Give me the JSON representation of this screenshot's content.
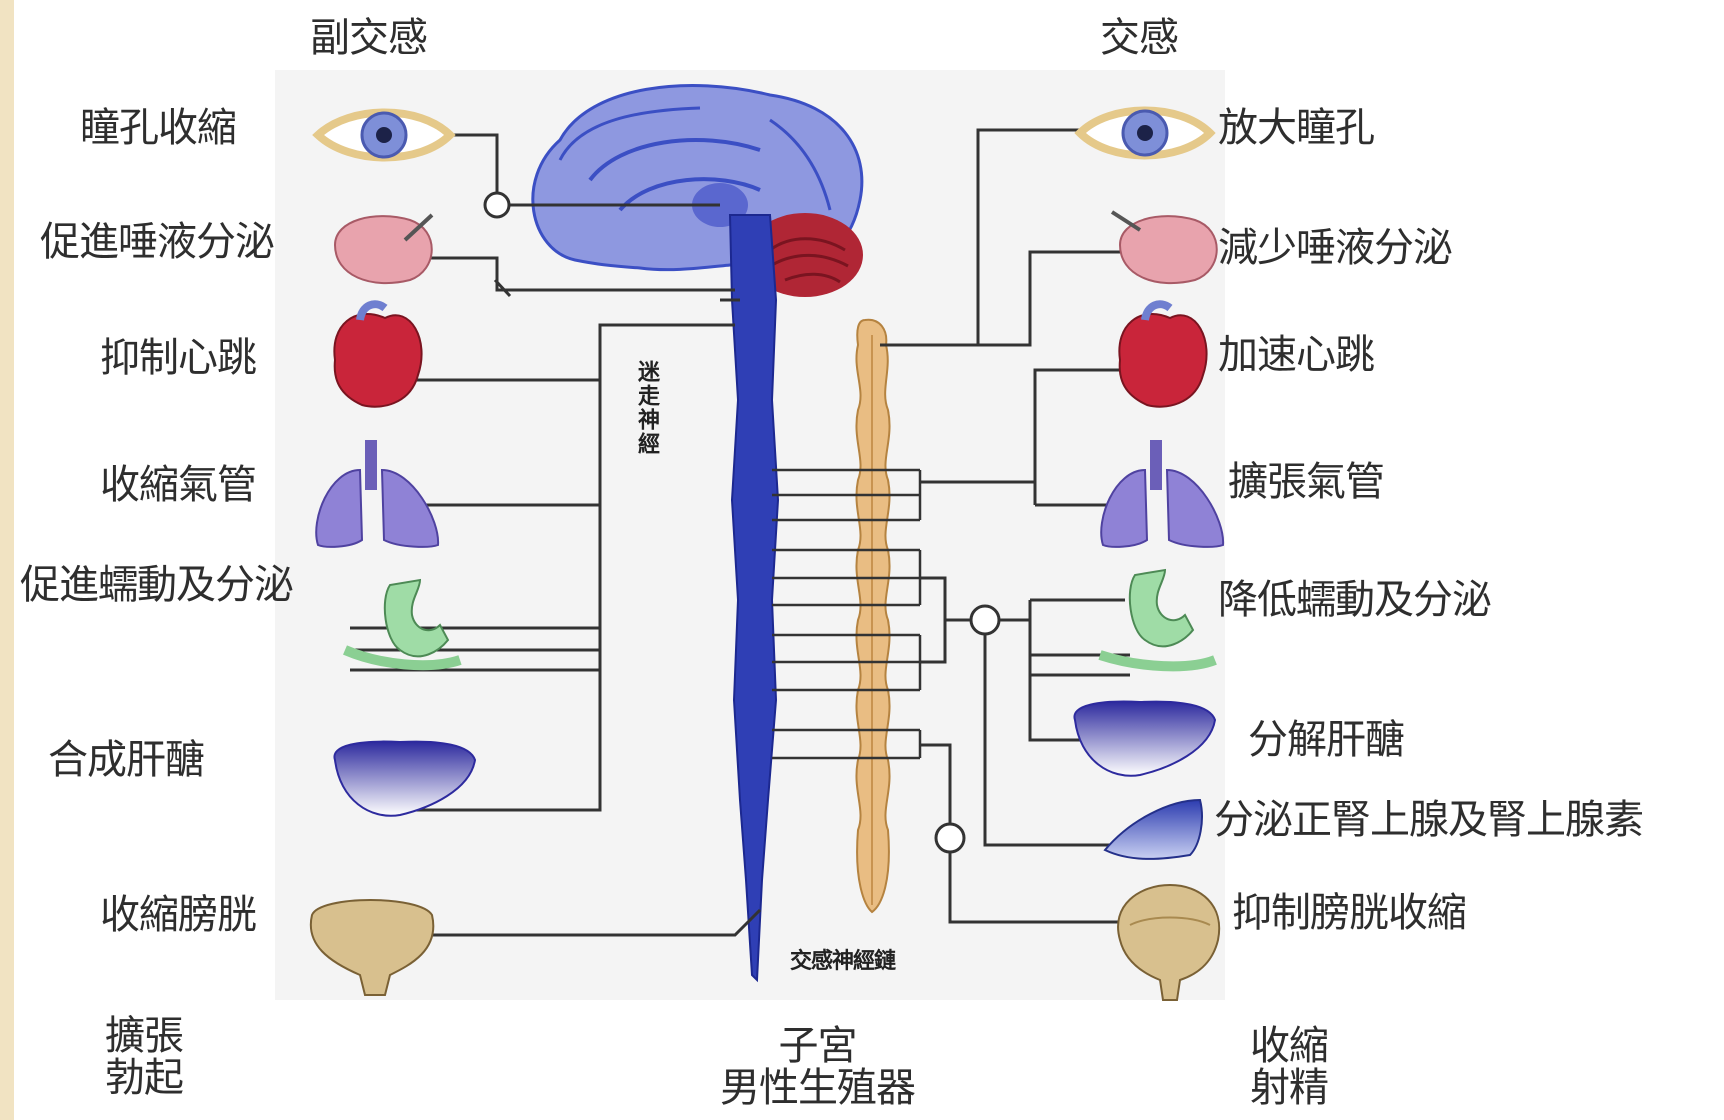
{
  "header": {
    "parasympathetic": "副交感",
    "sympathetic": "交感"
  },
  "left_labels": {
    "pupil": "瞳孔收縮",
    "saliva": "促進唾液分泌",
    "heart": "抑制心跳",
    "bronchi": "收縮氣管",
    "digestion": "促進蠕動及分泌",
    "liver": "合成肝醣",
    "bladder": "收縮膀胱",
    "genital_1": "擴張",
    "genital_2": "勃起"
  },
  "right_labels": {
    "pupil": "放大瞳孔",
    "saliva": "減少唾液分泌",
    "heart": "加速心跳",
    "bronchi": "擴張氣管",
    "digestion": "降低蠕動及分泌",
    "liver": "分解肝醣",
    "adrenal": "分泌正腎上腺及腎上腺素",
    "bladder": "抑制膀胱收縮",
    "genital_1": "收縮",
    "genital_2": "射精"
  },
  "center_labels": {
    "vagus": "迷走神經",
    "chain": "交感神經鏈",
    "bottom_1": "子宮",
    "bottom_2": "男性生殖器"
  },
  "colors": {
    "cns": "#3b4fc4",
    "brain_light": "#8e98e0",
    "cerebellum": "#b02635",
    "chain": "#e9bd83",
    "nerve": "#333333",
    "eye_skin": "#e5c98a",
    "gland": "#e8a3ad",
    "heart": "#c9253a",
    "lung": "#8f82d6",
    "stomach": "#9fdca6",
    "liver": "#4a3fb0",
    "bladder": "#d8c08e"
  }
}
